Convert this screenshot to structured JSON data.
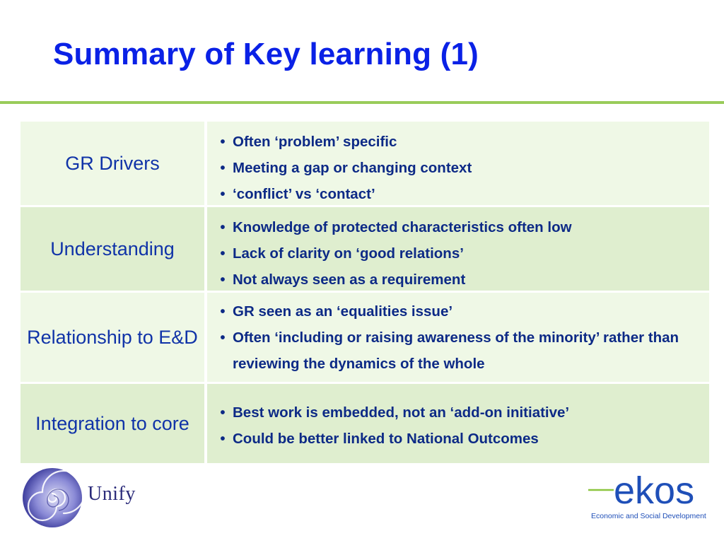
{
  "slide": {
    "title": "Summary of Key learning (1)",
    "colors": {
      "title": "#0a21e6",
      "rule": "#99cc5a",
      "row_light": "#eff8e6",
      "row_dark": "#dfeecf",
      "text": "#0d2a86"
    }
  },
  "rows": [
    {
      "label": "GR Drivers",
      "bullets": [
        "Often ‘problem’ specific",
        "Meeting a gap or changing context",
        "‘conflict’ vs ‘contact’"
      ]
    },
    {
      "label": "Understanding",
      "bullets": [
        "Knowledge of protected characteristics often low",
        "Lack of clarity on ‘good relations’",
        "Not always seen as a requirement"
      ]
    },
    {
      "label": "Relationship to E&D",
      "bullets": [
        "GR seen as an ‘equalities issue’",
        "Often ‘including or raising awareness of the minority’ rather than reviewing the dynamics of the whole"
      ]
    },
    {
      "label": "Integration to core",
      "bullets": [
        "Best work is embedded, not an ‘add-on initiative’",
        "Could be better linked to National Outcomes"
      ]
    }
  ],
  "bullet_glyph": "•",
  "logos": {
    "unify": {
      "text": "Unify",
      "icon": "nautilus-shell-icon"
    },
    "ekos": {
      "text": "ekos",
      "tagline": "Economic and Social Development"
    }
  }
}
